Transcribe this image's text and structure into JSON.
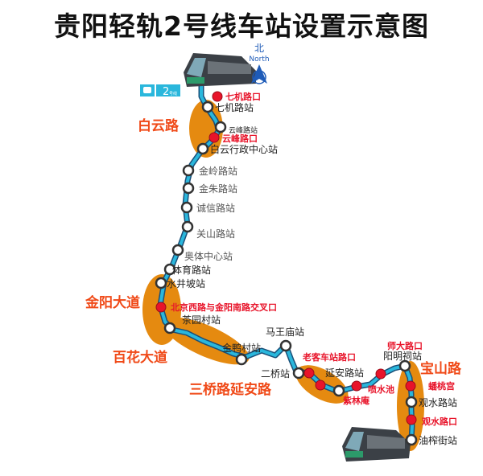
{
  "title": "贵阳轻轨2号线车站设置示意图",
  "compass": {
    "cn": "北",
    "en": "North"
  },
  "line_badge": {
    "number": "2",
    "suffix": "号线",
    "icon": "bus-icon"
  },
  "colors": {
    "line": "#2ab7dc",
    "road_area": "#e58a10",
    "intersection": "#e8142a",
    "road_text": "#f04a18"
  },
  "stations": [
    "七机路站",
    "云峰路站",
    "白云行政中心站",
    "金岭路站",
    "金朱路站",
    "诚信路站",
    "关山路站",
    "奥体中心站",
    "体育路站",
    "水井坡站",
    "茶园村站",
    "金鸭村站",
    "马王庙站",
    "二桥站",
    "延安路站",
    "阳明祠站",
    "观水路站",
    "油榨街站"
  ],
  "intersections": [
    "七机路口",
    "云峰路口",
    "北京西路与金阳南路交叉口",
    "老客车站路口",
    "紫林庵",
    "喷水池",
    "师大路口",
    "蟠桃宫",
    "观水路口"
  ],
  "roads": [
    "白云路",
    "金阳大道",
    "百花大道",
    "三桥路延安路",
    "宝山路"
  ]
}
